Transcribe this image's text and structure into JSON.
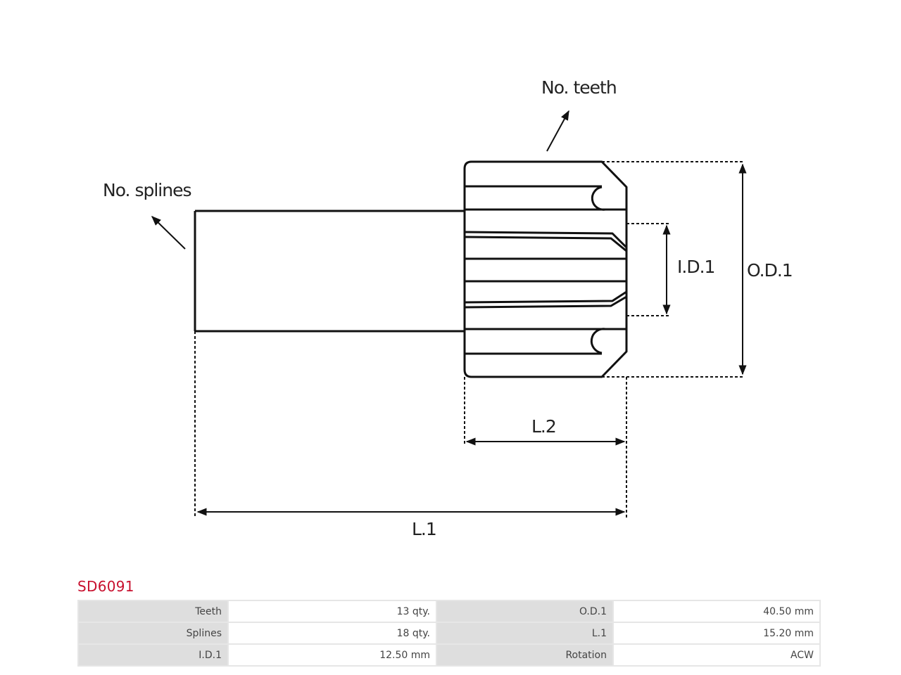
{
  "diagram": {
    "labels": {
      "teeth": "No. teeth",
      "splines": "No. splines",
      "id1": "I.D.1",
      "od1": "O.D.1",
      "l2": "L.2",
      "l1": "L.1"
    }
  },
  "part": {
    "code": "SD6091"
  },
  "specs": {
    "rows": [
      {
        "k1": "Teeth",
        "v1": "13 qty.",
        "k2": "O.D.1",
        "v2": "40.50 mm"
      },
      {
        "k1": "Splines",
        "v1": "18 qty.",
        "k2": "L.1",
        "v2": "15.20 mm"
      },
      {
        "k1": "I.D.1",
        "v1": "12.50 mm",
        "k2": "Rotation",
        "v2": "ACW"
      }
    ]
  }
}
